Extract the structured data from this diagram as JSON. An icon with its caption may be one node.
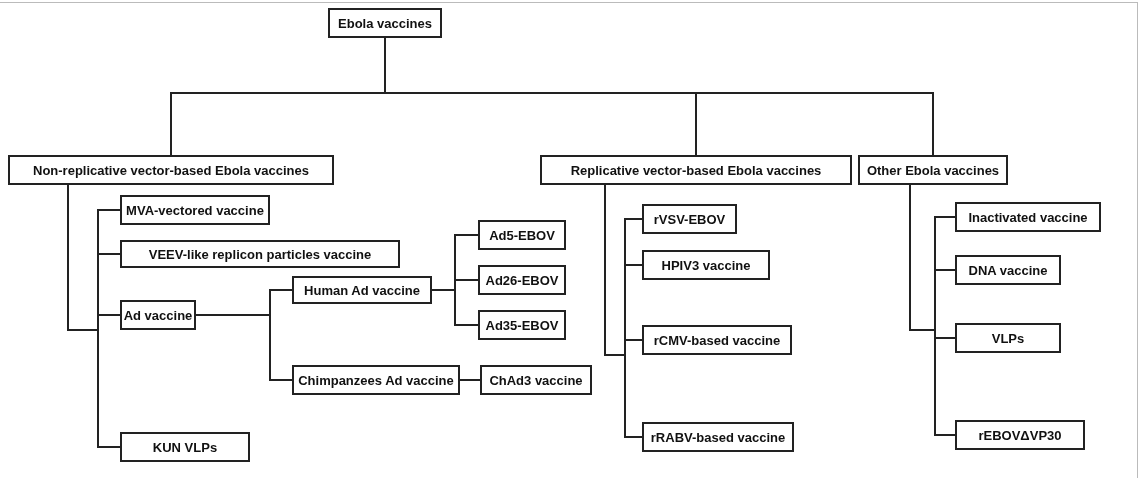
{
  "diagram": {
    "nodes": [
      {
        "text": [
          "Ebola vaccines"
        ]
      },
      {
        "text": [
          "Non-replicative vector-based Ebola vaccines"
        ]
      },
      {
        "text": [
          "Replicative vector-based Ebola vaccines"
        ]
      },
      {
        "text": [
          "Other Ebola vaccines"
        ]
      },
      {
        "text": [
          "MVA-vectored vaccine"
        ]
      },
      {
        "text": [
          "VEEV-like replicon particles vaccine"
        ]
      },
      {
        "text": [
          "Ad vaccine"
        ]
      },
      {
        "text": [
          "Human Ad vaccine"
        ]
      },
      {
        "text": [
          "Ad5-EBOV"
        ]
      },
      {
        "text": [
          "Ad26-EBOV"
        ]
      },
      {
        "text": [
          "Ad35-EBOV"
        ]
      },
      {
        "text": [
          "Chimpanzees Ad vaccine"
        ]
      },
      {
        "text": [
          "ChAd3 vaccine"
        ]
      },
      {
        "text": [
          "KUN VLPs"
        ]
      },
      {
        "text": [
          "rVSV-EBOV"
        ]
      },
      {
        "text": [
          "HPIV3 vaccine"
        ]
      },
      {
        "text": [
          "rCMV-based vaccine"
        ]
      },
      {
        "text": [
          "rRABV-based vaccine"
        ]
      },
      {
        "text": [
          "Inactivated vaccine"
        ]
      },
      {
        "text": [
          "DNA vaccine"
        ]
      },
      {
        "text": [
          "VLPs"
        ]
      },
      {
        "text": [
          "rEBOVΔVP30"
        ]
      }
    ],
    "edges": [
      {
        "from": 0,
        "to": 1,
        "arrow": "none"
      },
      {
        "from": 0,
        "to": 2,
        "arrow": "none"
      },
      {
        "from": 0,
        "to": 3,
        "arrow": "none"
      },
      {
        "from": 1,
        "to": 4,
        "arrow": "none"
      },
      {
        "from": 1,
        "to": 5,
        "arrow": "none"
      },
      {
        "from": 1,
        "to": 6,
        "arrow": "none"
      },
      {
        "from": 1,
        "to": 13,
        "arrow": "none"
      },
      {
        "from": 6,
        "to": 7,
        "arrow": "none"
      },
      {
        "from": 6,
        "to": 11,
        "arrow": "none"
      },
      {
        "from": 7,
        "to": 8,
        "arrow": "none"
      },
      {
        "from": 7,
        "to": 9,
        "arrow": "none"
      },
      {
        "from": 7,
        "to": 10,
        "arrow": "none"
      },
      {
        "from": 11,
        "to": 12,
        "arrow": "none"
      },
      {
        "from": 2,
        "to": 14,
        "arrow": "none"
      },
      {
        "from": 2,
        "to": 15,
        "arrow": "none"
      },
      {
        "from": 2,
        "to": 16,
        "arrow": "none"
      },
      {
        "from": 2,
        "to": 17,
        "arrow": "none"
      },
      {
        "from": 3,
        "to": 18,
        "arrow": "none"
      },
      {
        "from": 3,
        "to": 19,
        "arrow": "none"
      },
      {
        "from": 3,
        "to": 20,
        "arrow": "none"
      },
      {
        "from": 3,
        "to": 21,
        "arrow": "none"
      }
    ]
  }
}
